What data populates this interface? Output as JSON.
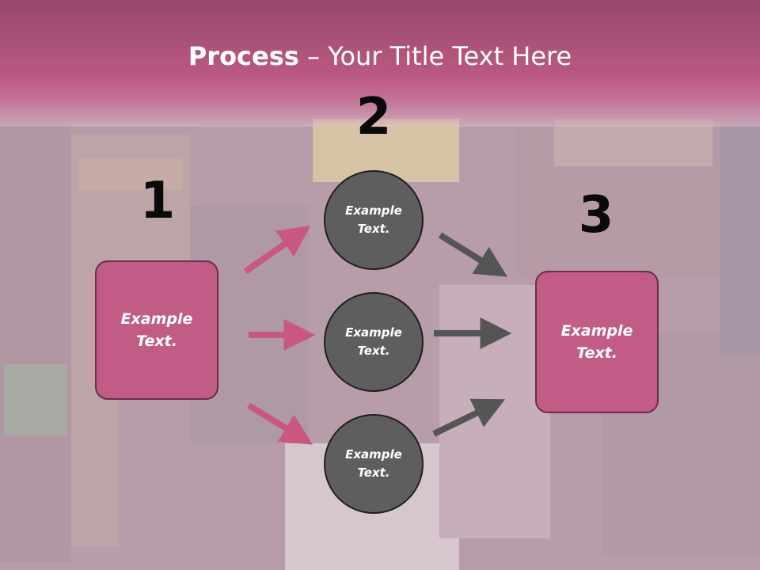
{
  "slide": {
    "title_strong": "Process",
    "title_rest": " – Your Title Text Here"
  },
  "steps": {
    "step1": {
      "number": "1",
      "text": "Example Text."
    },
    "step2": {
      "number": "2",
      "items": [
        "Example Text.",
        "Example Text.",
        "Example Text."
      ]
    },
    "step3": {
      "number": "3",
      "text": "Example Text."
    }
  },
  "colors": {
    "accent": "#c05c86",
    "accent_border": "#6e2c48",
    "title_band": "#b9507f",
    "circle_fill": "#5e5e5e",
    "arrow_pink": "#c8587f",
    "arrow_gray": "#555555"
  }
}
